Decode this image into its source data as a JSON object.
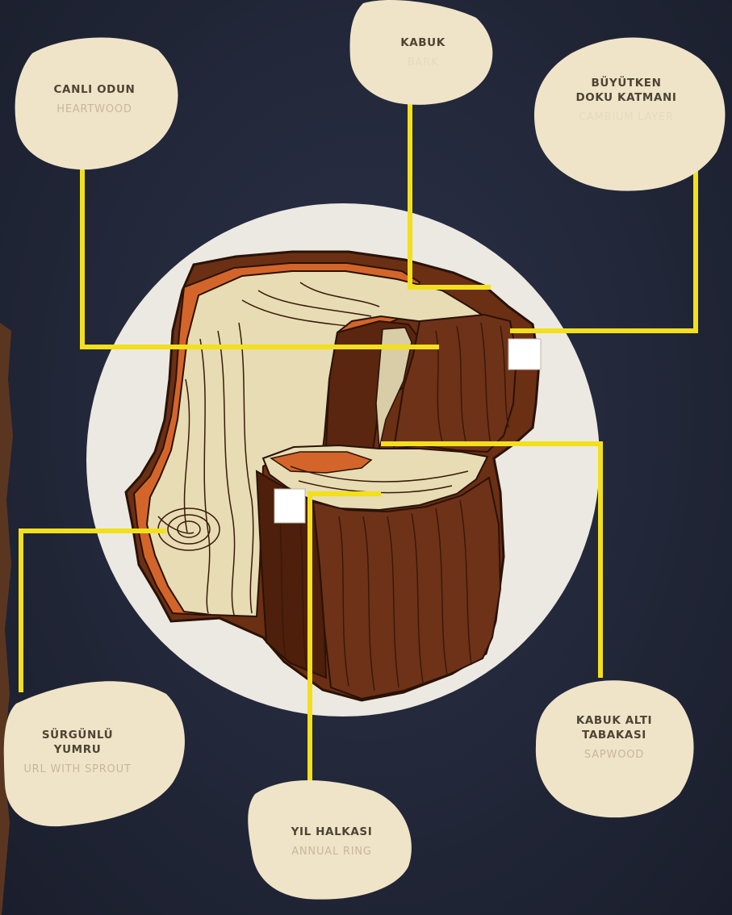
{
  "diagram": {
    "colors": {
      "background": "#232840",
      "card": "#efe4c8",
      "connector": "#f2e01c",
      "bark": "#6b2f14",
      "cambium": "#d4652a",
      "wood": "#e7dcb4",
      "circle": "#ece9e2"
    },
    "labels": {
      "heartwood": {
        "tr": "CANLI ODUN",
        "en": "HEARTWOOD"
      },
      "bark": {
        "tr": "KABUK",
        "en": "BARK"
      },
      "cambium": {
        "tr_line1": "BÜYÜTKEN",
        "tr_line2": "DOKU KATMANI",
        "en": "CAMBIUM LAYER"
      },
      "burl": {
        "tr_line1": "SÜRGÜNLÜ",
        "tr_line2": "YUMRU",
        "en": "URL WITH SPROUT"
      },
      "annual_ring": {
        "tr": "YIL HALKASI",
        "en": "ANNUAL RING"
      },
      "sapwood": {
        "tr_line1": "KABUK ALTI",
        "tr_line2": "TABAKASI",
        "en": "SAPWOOD"
      }
    }
  }
}
